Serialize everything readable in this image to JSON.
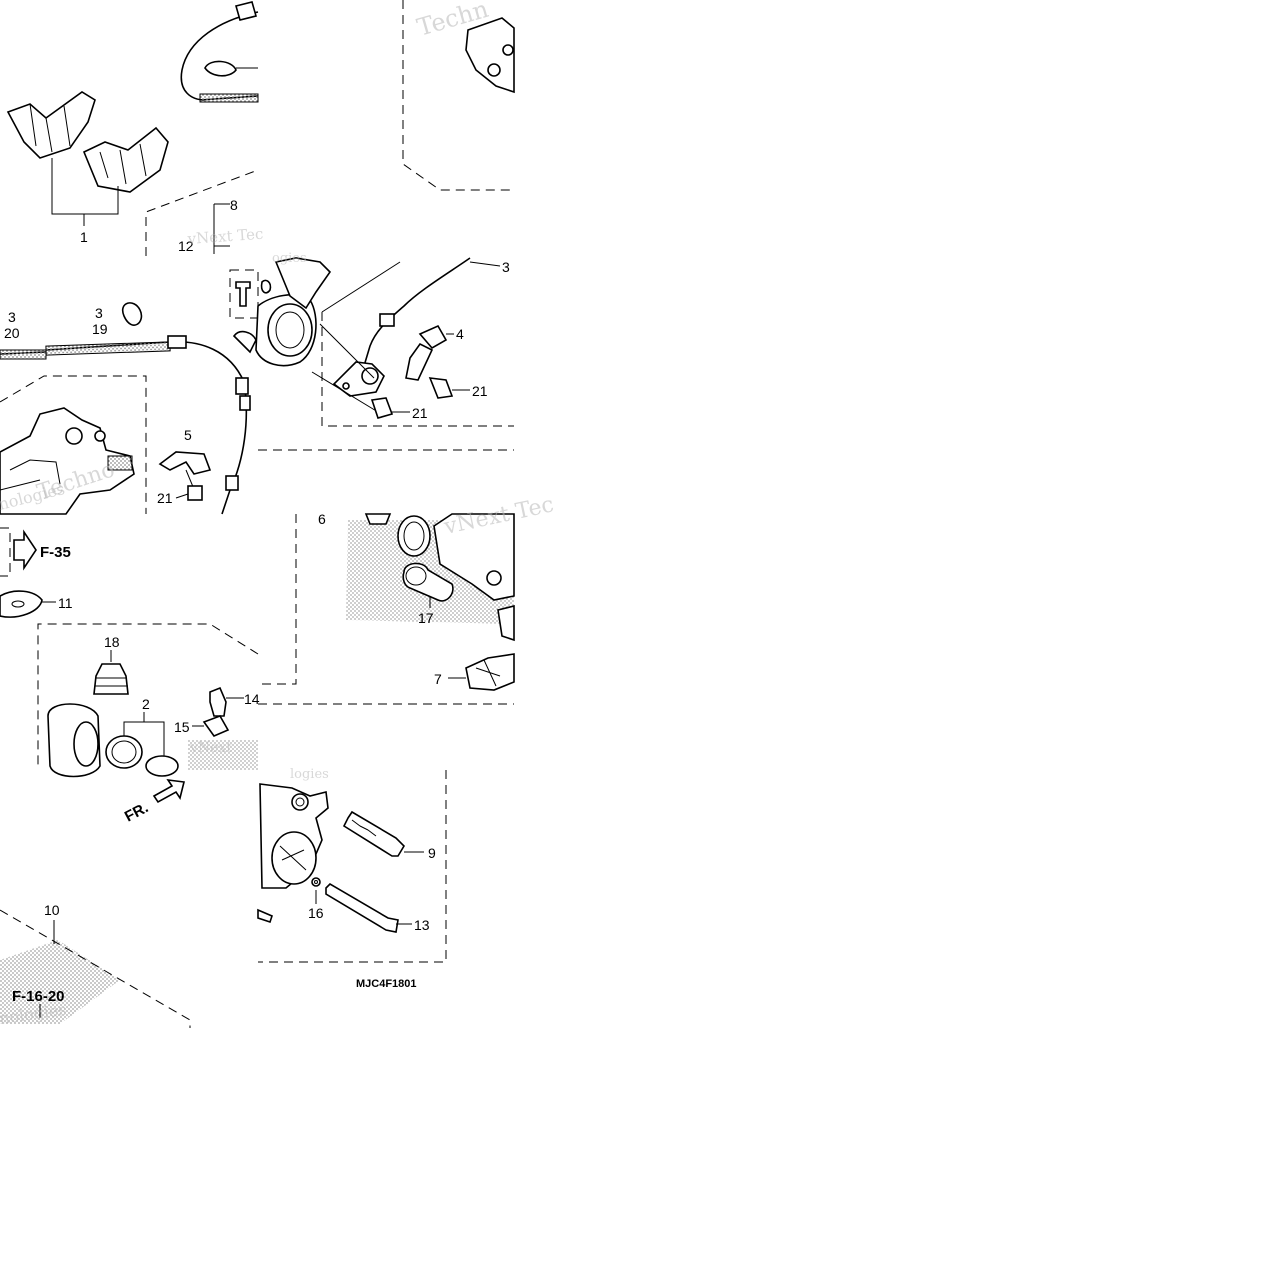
{
  "diagram_code": "MJC4F1801",
  "callouts": {
    "c1": "1",
    "c2": "2",
    "c3a": "3",
    "c3b": "3",
    "c3c": "3",
    "c4": "4",
    "c5": "5",
    "c6": "6",
    "c7": "7",
    "c8": "8",
    "c9": "9",
    "c10": "10",
    "c11": "11",
    "c12": "12",
    "c13": "13",
    "c14": "14",
    "c15": "15",
    "c16": "16",
    "c17": "17",
    "c18": "18",
    "c19": "19",
    "c20": "20",
    "c21a": "21",
    "c21b": "21",
    "c21c": "21"
  },
  "refs": {
    "f35": "F-35",
    "f1620": "F-16-20",
    "fr": "FR."
  },
  "watermarks": {
    "w1": "Techn",
    "w2": "vNext Tec",
    "w3": "vNext Tec",
    "w4": "ogies",
    "w5": "nologies",
    "w6": "Techno",
    "w7": "vNext",
    "w8": "logies",
    "w9": "nologies"
  },
  "colors": {
    "line": "#000000",
    "stipple": "#9a9a9a",
    "watermark": "#b9b9b9"
  }
}
